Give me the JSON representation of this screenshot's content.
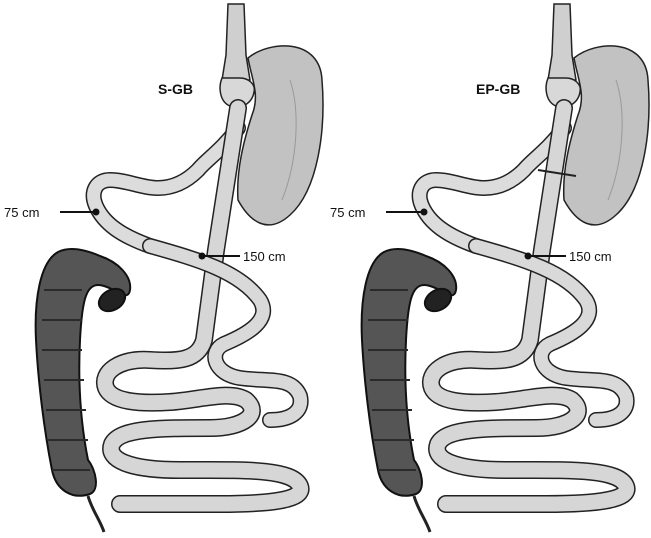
{
  "panels": [
    {
      "title": "S-GB",
      "label_75": "75 cm",
      "label_150": "150 cm"
    },
    {
      "title": "EP-GB",
      "label_75": "75 cm",
      "label_150": "150 cm"
    }
  ]
}
